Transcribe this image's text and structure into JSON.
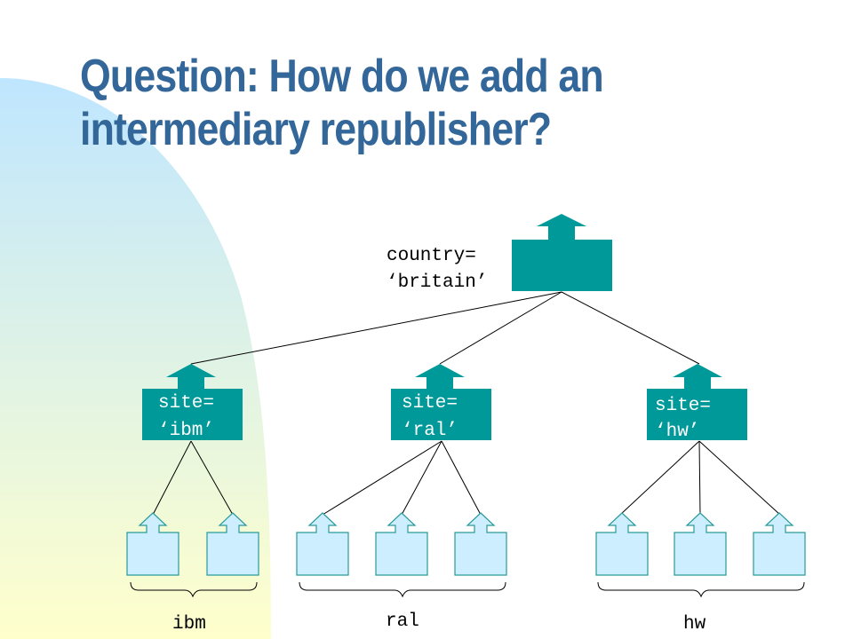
{
  "title": {
    "line1": "Question: How do we add an",
    "line2": "intermediary republisher?"
  },
  "colors": {
    "title": "#336699",
    "broker": "#009999",
    "client_fill": "#cceeff",
    "client_stroke": "#2a9a9a",
    "background_gradient_top": "#bfe6ff",
    "background_gradient_bottom": "#ffffcc"
  },
  "root": {
    "label_line1": "country=",
    "label_line2": "‘britain’"
  },
  "sites": [
    {
      "label_line1": "site=",
      "label_line2": "‘ibm’",
      "clients": 2,
      "group_label": "ibm"
    },
    {
      "label_line1": "site=",
      "label_line2": "‘ral’",
      "clients": 3,
      "group_label": "ral"
    },
    {
      "label_line1": "site=",
      "label_line2": "‘hw’",
      "clients": 3,
      "group_label": "hw"
    }
  ]
}
